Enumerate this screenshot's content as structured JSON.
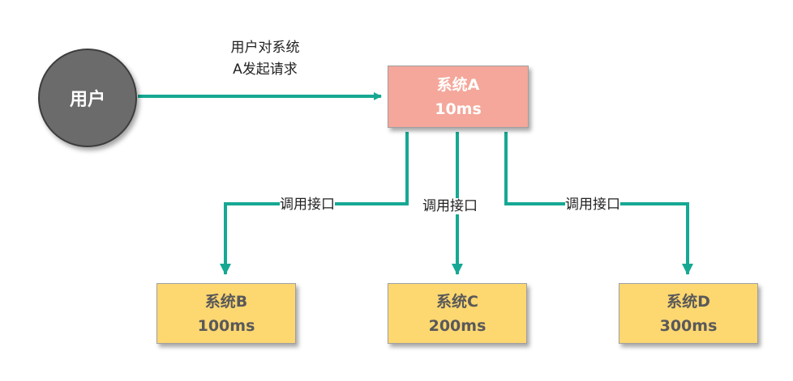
{
  "colors": {
    "connector": "#16a893",
    "user_circle": "#6b6b6b",
    "system_a": "#f4a79a",
    "downstream": "#fdd770"
  },
  "user": {
    "label": "用户"
  },
  "request_label": {
    "line1": "用户对系统",
    "line2": "A发起请求"
  },
  "system_a": {
    "name": "系统A",
    "latency": "10ms"
  },
  "call_label": "调用接口",
  "systems": [
    {
      "name": "系统B",
      "latency": "100ms"
    },
    {
      "name": "系统C",
      "latency": "200ms"
    },
    {
      "name": "系统D",
      "latency": "300ms"
    }
  ]
}
